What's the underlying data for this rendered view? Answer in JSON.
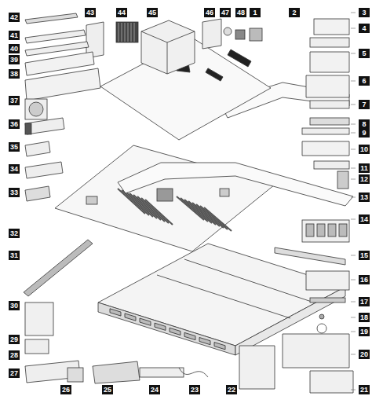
{
  "diagram": {
    "labels": [
      "1",
      "2",
      "3",
      "4",
      "5",
      "6",
      "7",
      "8",
      "9",
      "10",
      "11",
      "12",
      "13",
      "14",
      "15",
      "16",
      "17",
      "18",
      "19",
      "20",
      "21",
      "22",
      "23",
      "24",
      "25",
      "26",
      "27",
      "28",
      "29",
      "30",
      "31",
      "32",
      "33",
      "34",
      "35",
      "36",
      "37",
      "38",
      "39",
      "40",
      "41",
      "42",
      "43",
      "44",
      "45",
      "46",
      "47",
      "48"
    ]
  }
}
